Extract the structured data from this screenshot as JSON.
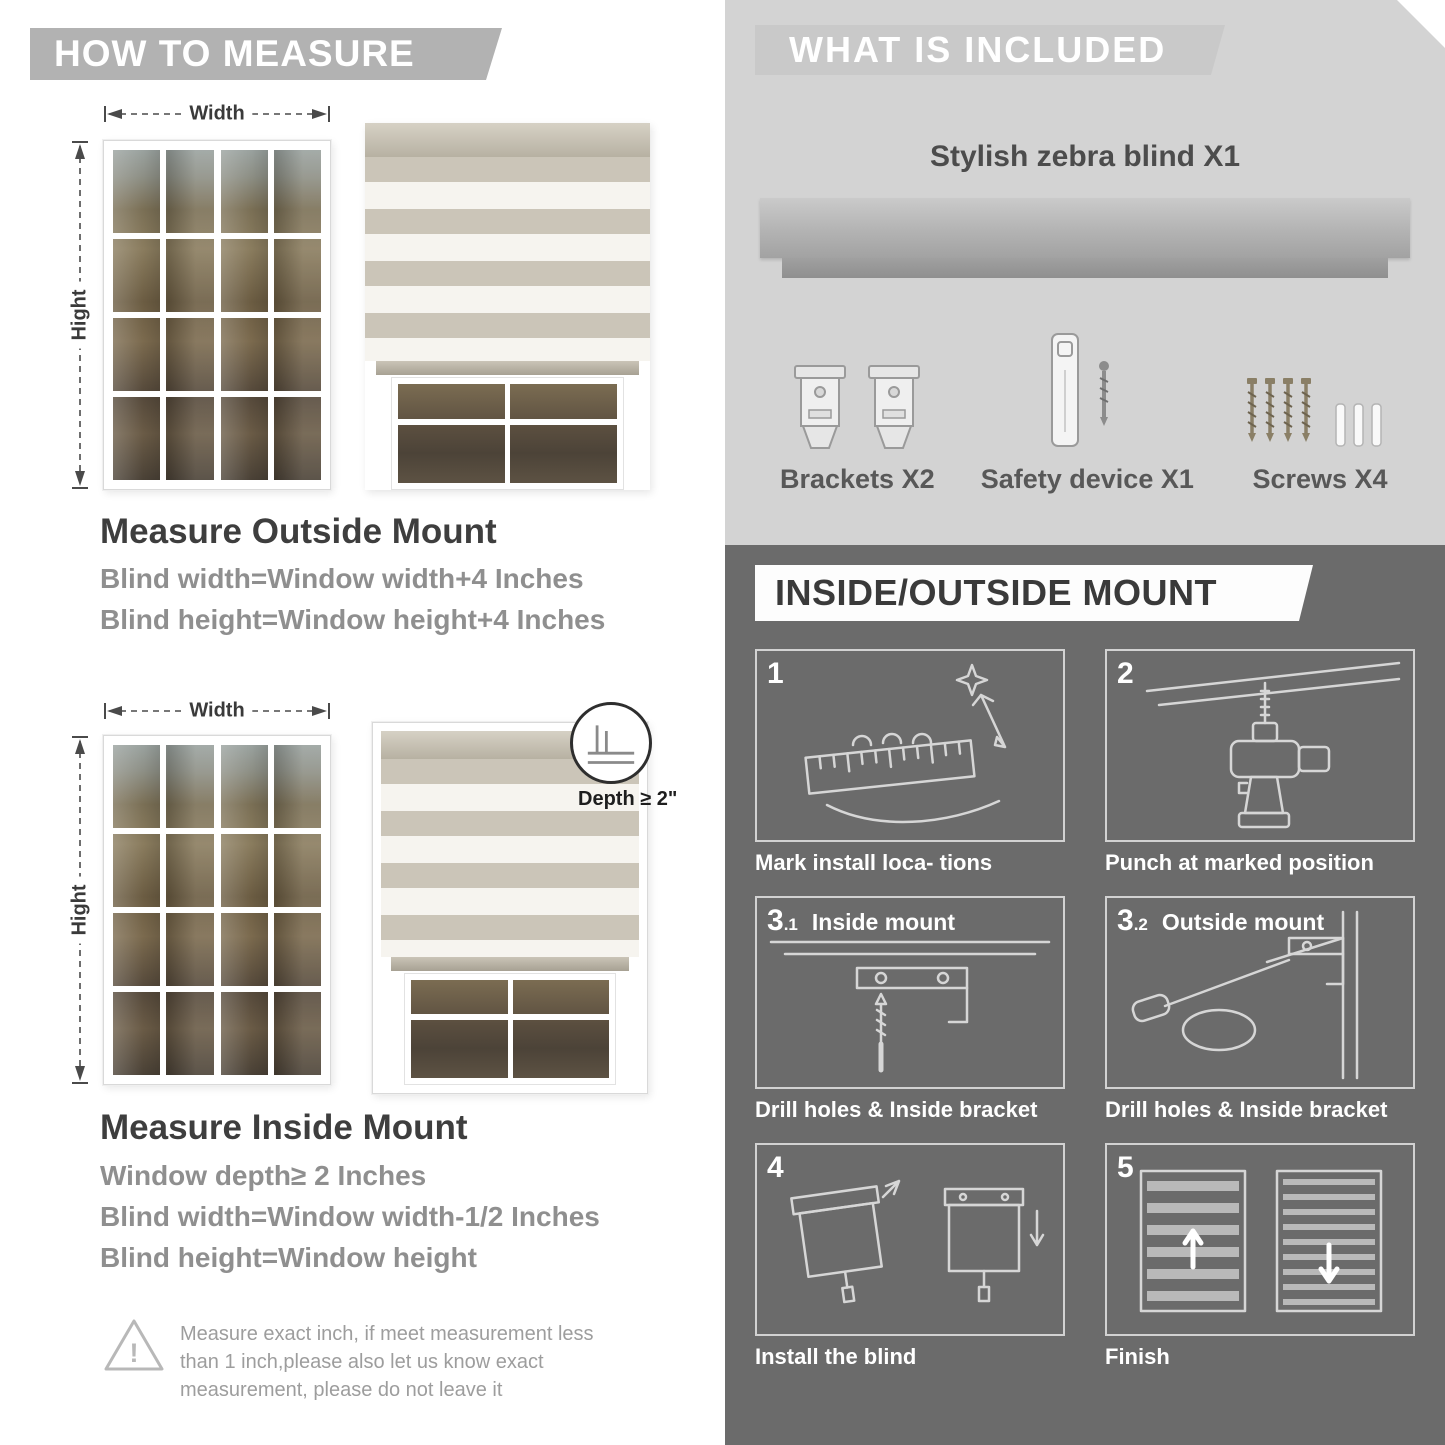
{
  "page": {
    "title_left": "HOW TO MEASURE",
    "title_included": "WHAT IS INCLUDED",
    "title_mount": "INSIDE/OUTSIDE MOUNT"
  },
  "measure": {
    "labels": {
      "width": "Width",
      "height": "Hight",
      "depth": "Depth ≥ 2\""
    },
    "outside": {
      "title": "Measure Outside Mount",
      "lines": [
        "Blind width=Window width+4 Inches",
        "Blind height=Window height+4 Inches"
      ]
    },
    "inside": {
      "title": "Measure Inside Mount",
      "lines": [
        "Window depth≥ 2 Inches",
        "Blind width=Window width-1/2 Inches",
        "Blind height=Window height"
      ]
    },
    "note": "Measure exact inch, if meet measurement less than 1 inch,please also let us know exact measurement, please do not leave it",
    "warning_glyph": "!"
  },
  "included": {
    "product": "Stylish zebra blind X1",
    "items": [
      {
        "label": "Brackets X2"
      },
      {
        "label": "Safety device X1"
      },
      {
        "label": "Screws X4"
      }
    ]
  },
  "mount": {
    "steps": [
      {
        "num": "1",
        "caption": "Mark install loca- tions"
      },
      {
        "num": "2",
        "caption": "Punch at  marked position"
      },
      {
        "num": "3",
        "sub": ".1",
        "label": "Inside mount",
        "caption": "Drill holes &  Inside bracket"
      },
      {
        "num": "3",
        "sub": ".2",
        "label": "Outside mount",
        "caption": "Drill holes &  Inside bracket"
      },
      {
        "num": "4",
        "caption": "Install the blind"
      },
      {
        "num": "5",
        "caption": "Finish"
      }
    ]
  },
  "colors": {
    "banner_gray": "#b2b2b2",
    "included_bg": "#d3d3d3",
    "mount_bg": "#6b6b6b",
    "heading_dark": "#3e3e3e",
    "body_gray": "#8f8f8f"
  }
}
